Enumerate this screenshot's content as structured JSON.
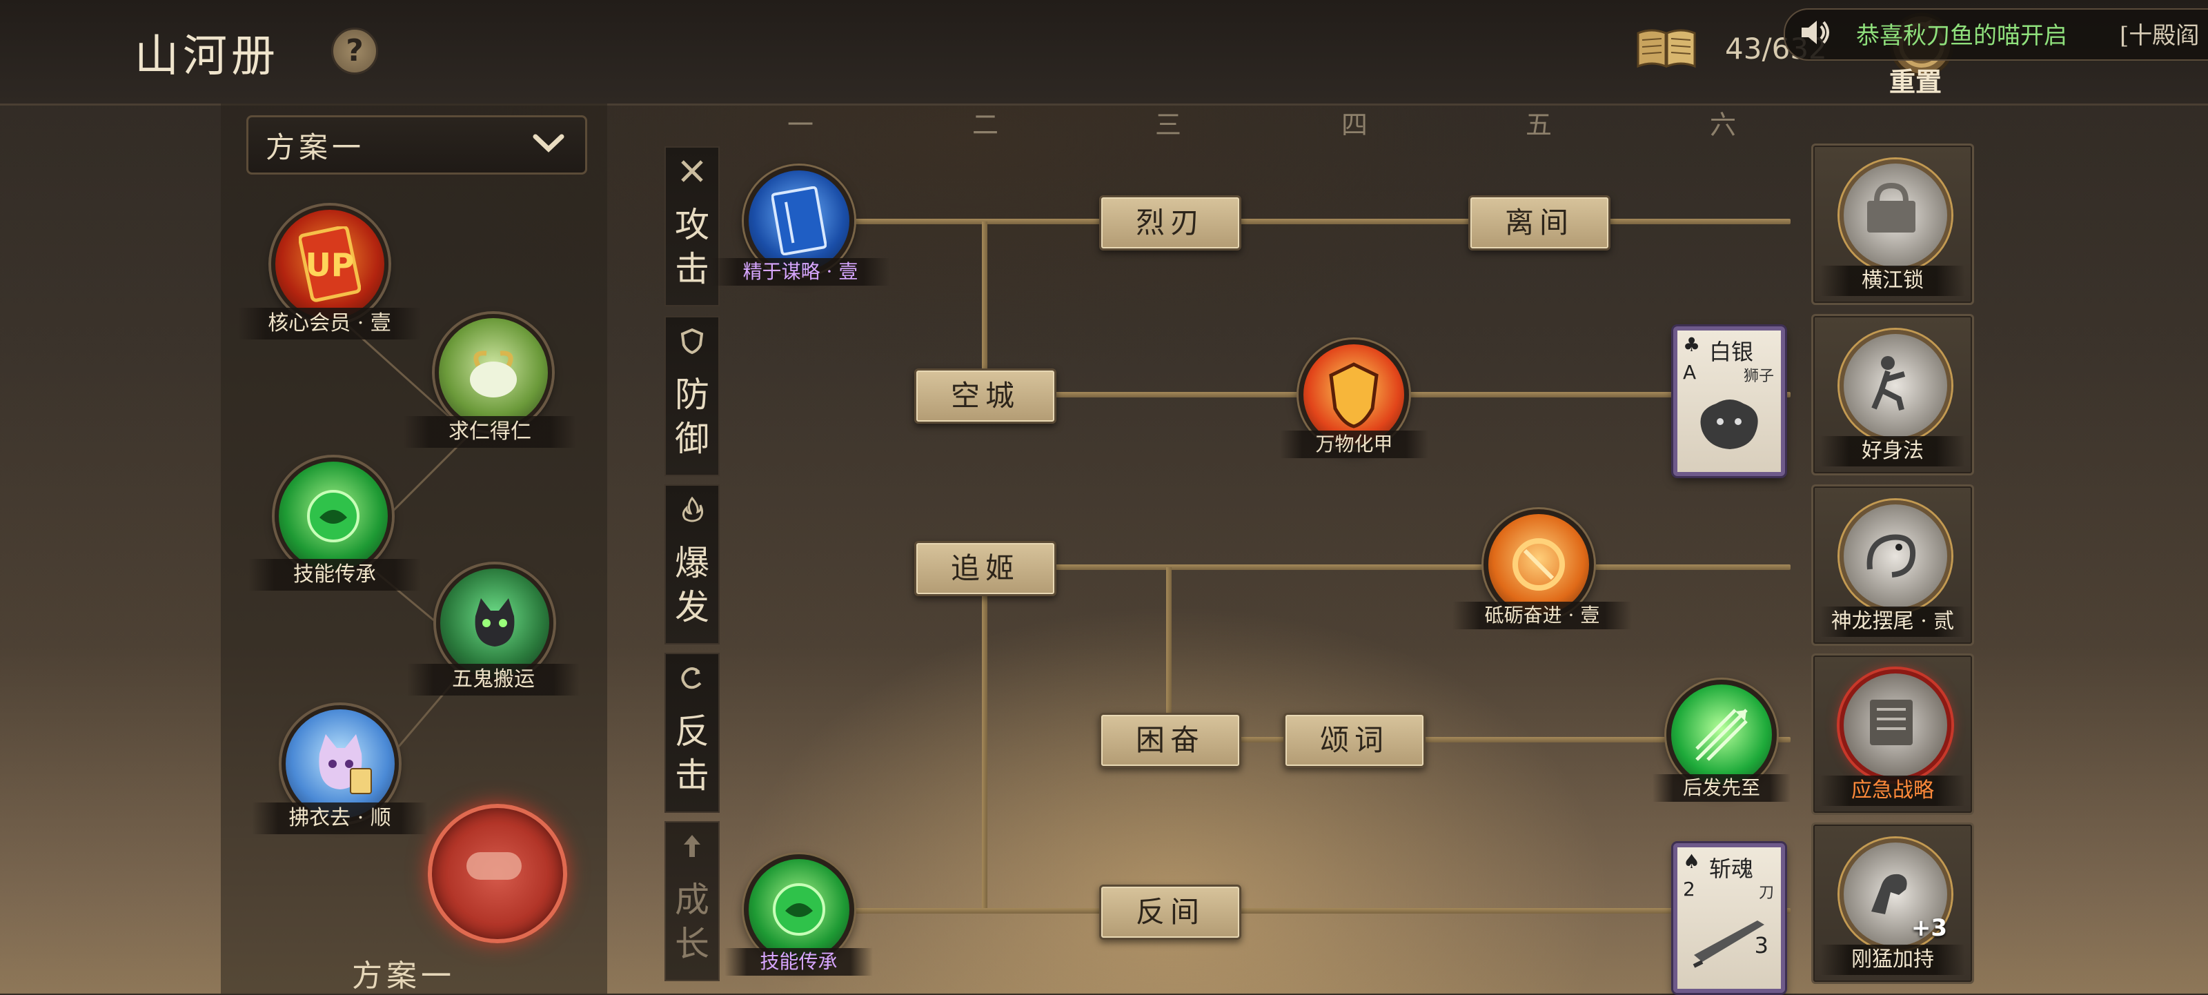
{
  "header": {
    "title": "山河册",
    "help_icon": "?",
    "progress": "43/632",
    "reset_label": "重置",
    "notice_text": "恭喜秋刀鱼的喵开启",
    "notice_tag": "[十殿阎"
  },
  "left_panel": {
    "plan_select": "方案一",
    "plan_bottom": "方案一",
    "skills": [
      {
        "label": "核心会员 · 壹",
        "icon": "vip-badge-icon"
      },
      {
        "label": "求仁得仁",
        "icon": "green-ram-icon"
      },
      {
        "label": "技能传承",
        "icon": "green-orb-icon"
      },
      {
        "label": "五鬼搬运",
        "icon": "black-cat-icon"
      },
      {
        "label": "拂衣去 · 顺",
        "icon": "purple-fox-icon"
      }
    ]
  },
  "columns": [
    "一",
    "二",
    "三",
    "四",
    "五",
    "六"
  ],
  "categories": [
    {
      "label": "攻击",
      "icon": "swords-icon"
    },
    {
      "label": "防御",
      "icon": "shield-icon"
    },
    {
      "label": "爆发",
      "icon": "flame-icon"
    },
    {
      "label": "反击",
      "icon": "counter-icon"
    },
    {
      "label": "成长",
      "icon": "arrow-up-icon"
    }
  ],
  "nodes": {
    "jingyu": "精于谋略 · 壹",
    "liedao": "烈刃",
    "lijian": "离间",
    "kongcheng": "空城",
    "wanwu": "万物化甲",
    "zhuiji": "追姬",
    "dili": "砥砺奋进 · 壹",
    "kunfen": "困奋",
    "songci": "颂词",
    "houfa": "后发先至",
    "jineng2": "技能传承",
    "fanjian": "反间"
  },
  "cards": [
    {
      "suit": "♣",
      "rank": "A",
      "name": "白银",
      "sub": "狮子",
      "num": ""
    },
    {
      "suit": "♠",
      "rank": "2",
      "name": "斩魂",
      "sub": "刀",
      "num": "3"
    }
  ],
  "rewards": [
    {
      "label": "横江锁",
      "icon": "chain-lock-icon"
    },
    {
      "label": "好身法",
      "icon": "agile-figure-icon"
    },
    {
      "label": "神龙摆尾 · 贰",
      "icon": "dragon-icon"
    },
    {
      "label": "应急战略",
      "icon": "strategy-book-icon"
    },
    {
      "label": "刚猛加持",
      "icon": "strong-arm-icon",
      "badge": "+3"
    }
  ]
}
